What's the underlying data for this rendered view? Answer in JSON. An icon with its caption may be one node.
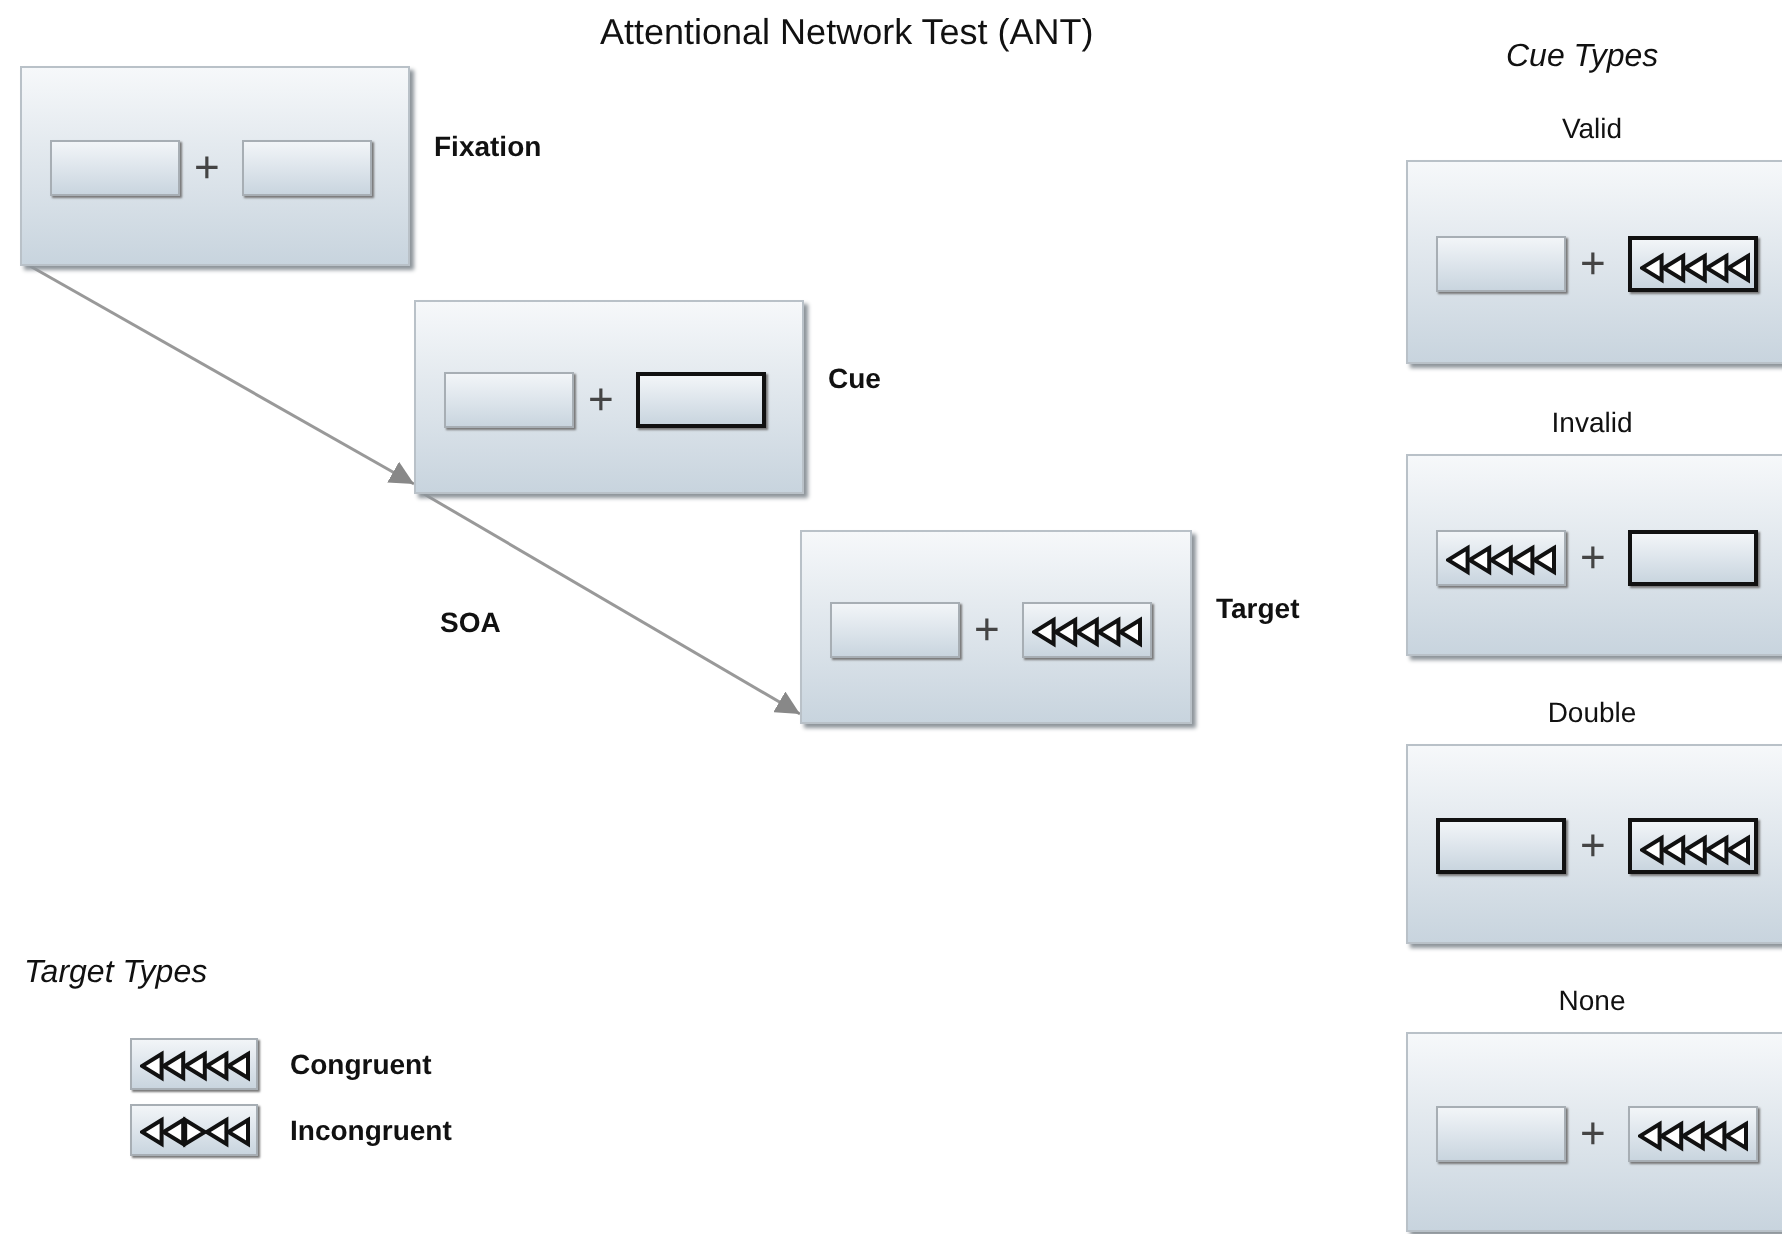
{
  "diagram": {
    "title": "Attentional Network Test (ANT)",
    "nodes": [
      {
        "text": [
          "+"
        ],
        "beside": [
          "Fixation"
        ]
      },
      {
        "text": [
          "+"
        ],
        "beside": [
          "Cue"
        ]
      },
      {
        "text": [
          "+"
        ],
        "beside": [
          "Target"
        ]
      },
      {
        "text": [
          "Valid",
          "+"
        ]
      },
      {
        "text": [
          "Invalid",
          "+"
        ]
      },
      {
        "text": [
          "Double",
          "+"
        ]
      },
      {
        "text": [
          "None",
          "+"
        ]
      }
    ],
    "edges": [
      {
        "from": 0,
        "to": 1,
        "arrow": "to"
      },
      {
        "from": 1,
        "to": 2,
        "arrow": "to",
        "label": "SOA"
      }
    ],
    "labels": [
      "Cue Types",
      "Target Types"
    ],
    "legend": [
      {
        "text": "Congruent"
      },
      {
        "text": "Incongruent"
      }
    ]
  }
}
